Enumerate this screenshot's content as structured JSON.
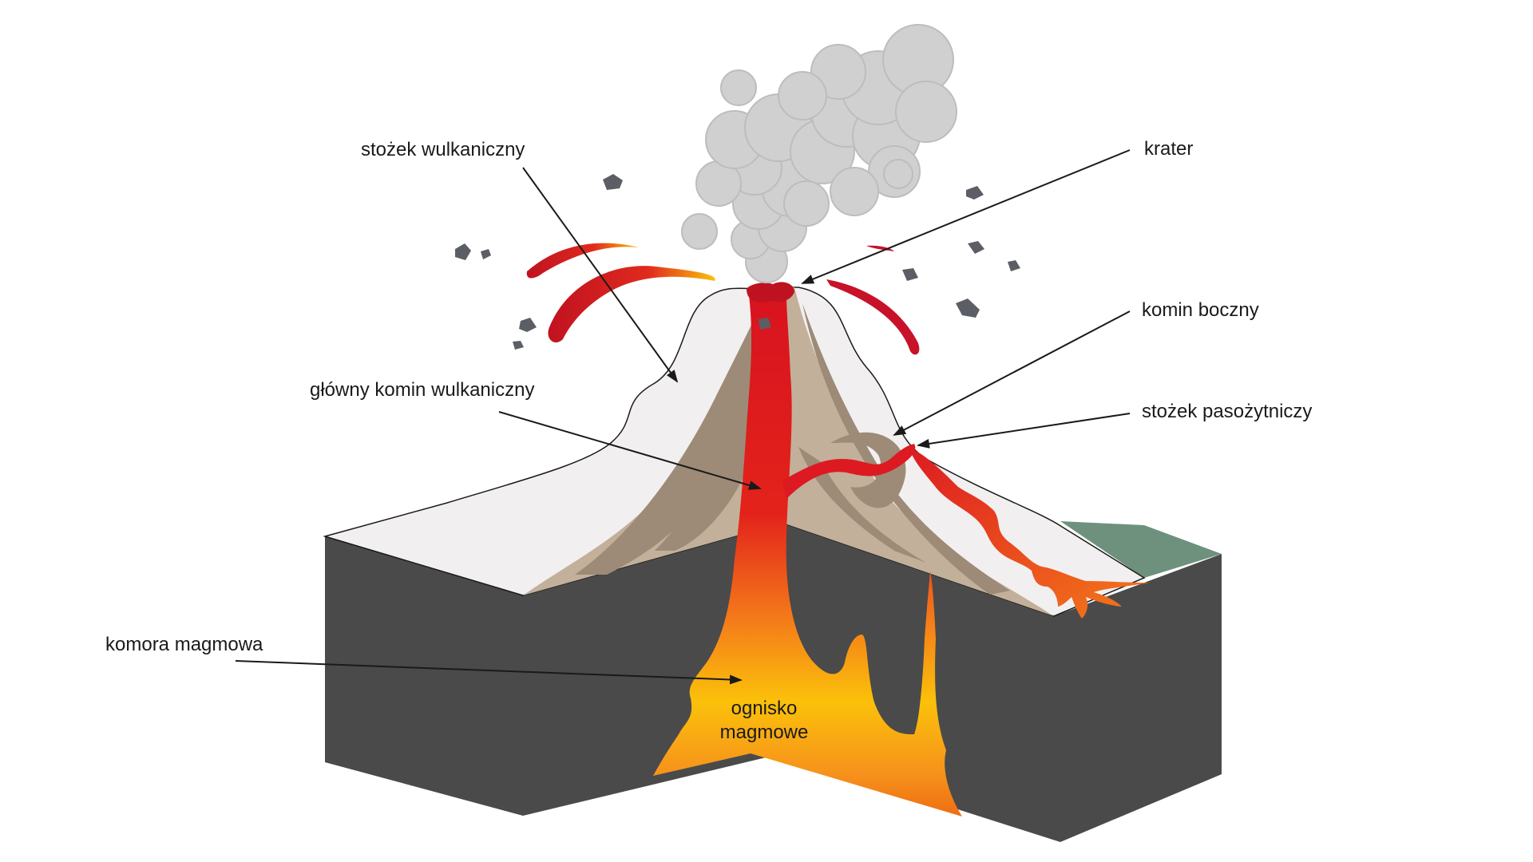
{
  "labels": {
    "cone": "stożek wulkaniczny",
    "crater": "krater",
    "side_vent": "komin boczny",
    "parasitic_cone": "stożek pasożytniczy",
    "main_vent": "główny komin wulkaniczny",
    "magma_chamber": "komora magmowa",
    "magma_focus_line1": "ognisko",
    "magma_focus_line2": "magmowe"
  },
  "colors": {
    "rock_block": "#4a4a4a",
    "grass": "#6e917e",
    "cone_outline_fill": "#f2eff0",
    "cone_light": "#c2b09a",
    "cone_dark": "#9d8b77",
    "lava_red": "#d8131f",
    "lava_orange": "#f47a1a",
    "lava_yellow": "#fbc10a",
    "smoke": "#cfcfcf",
    "rock_bomb": "#5b5e64"
  }
}
